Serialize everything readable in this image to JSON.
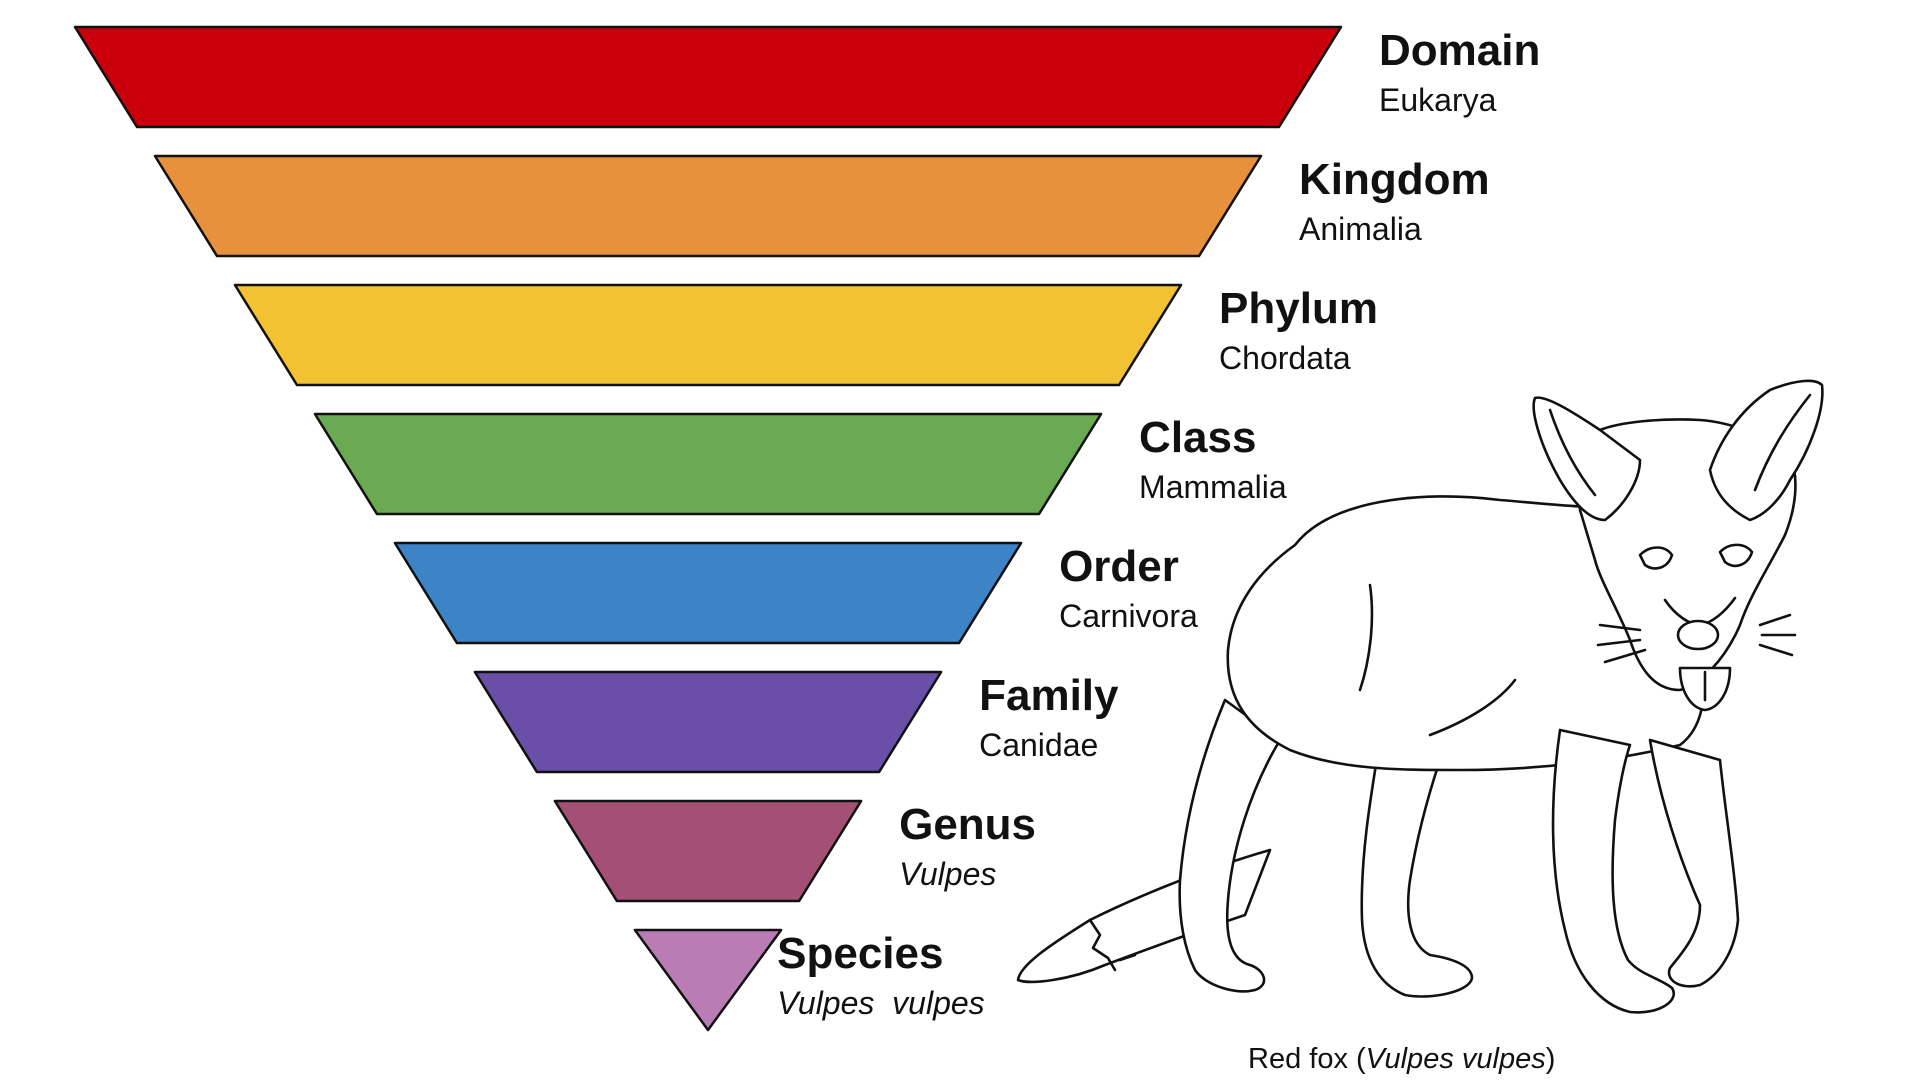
{
  "ranks": [
    {
      "label": "Domain",
      "value": "Eukarya",
      "color": "#c9000c",
      "italic": false
    },
    {
      "label": "Kingdom",
      "value": "Animalia",
      "color": "#e8913c",
      "italic": false
    },
    {
      "label": "Phylum",
      "value": "Chordata",
      "color": "#f2c233",
      "italic": false
    },
    {
      "label": "Class",
      "value": "Mammalia",
      "color": "#6aaa52",
      "italic": false
    },
    {
      "label": "Order",
      "value": "Carnivora",
      "color": "#3d84c6",
      "italic": false
    },
    {
      "label": "Family",
      "value": "Canidae",
      "color": "#6a4fa8",
      "italic": false
    },
    {
      "label": "Genus",
      "value": "Vulpes",
      "color": "#a44f76",
      "italic": true
    },
    {
      "label": "Species",
      "value": "Vulpes  vulpes",
      "color": "#b97cb5",
      "italic": true
    }
  ],
  "caption": {
    "prefix": "Red fox (",
    "scientific": "Vulpes vulpes",
    "suffix": ")"
  },
  "illustration": "red-fox-line-drawing"
}
